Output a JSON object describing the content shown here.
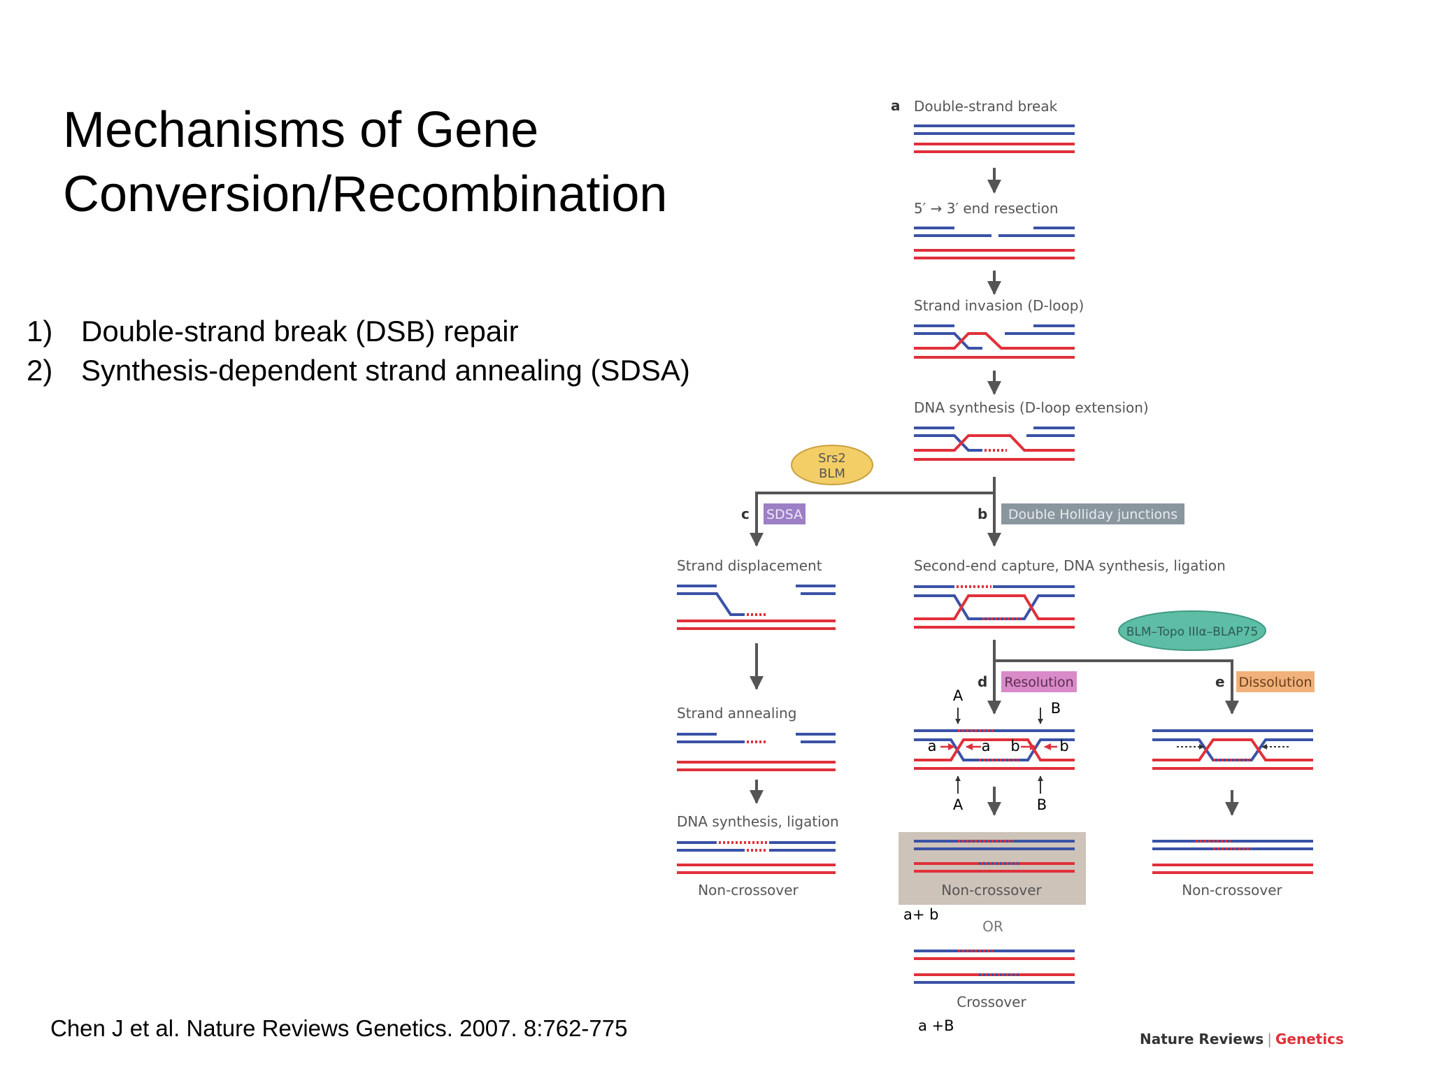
{
  "slide": {
    "title_line1": "Mechanisms of Gene",
    "title_line2": "Conversion/Recombination",
    "points": [
      {
        "num": "1)",
        "text": "Double-strand break (DSB) repair"
      },
      {
        "num": "2)",
        "text": "Synthesis-dependent strand annealing (SDSA)"
      }
    ],
    "citation": "Chen J et al.  Nature Reviews Genetics.  2007.  8:762-775"
  },
  "figure": {
    "panel_letters": {
      "a": "a",
      "b": "b",
      "c": "c",
      "d": "d",
      "e": "e"
    },
    "steps": {
      "dsb": "Double-strand break",
      "resection": "5′ → 3′ end resection",
      "invasion": "Strand invasion (D-loop)",
      "synthesis": "DNA synthesis (D-loop extension)",
      "second_end": "Second-end capture, DNA synthesis, ligation",
      "displacement": "Strand displacement",
      "annealing": "Strand annealing",
      "sdsa_synthesis": "DNA synthesis, ligation"
    },
    "boxes": {
      "sdsa": "SDSA",
      "dhj": "Double Holliday junctions",
      "resolution": "Resolution",
      "dissolution": "Dissolution"
    },
    "proteins": {
      "srs2_line1": "Srs2",
      "srs2_line2": "BLM",
      "btb": "BLM–Topo IIIα–BLAP75"
    },
    "outcomes": {
      "sdsa_nco": "Non-crossover",
      "res_nco": "Non-crossover",
      "diss_nco": "Non-crossover",
      "or": "OR",
      "co": "Crossover"
    },
    "annotations": {
      "A_top": "A",
      "B_top": "B",
      "a_left": "a",
      "a_mid": "a",
      "b_mid": "b",
      "b_right": "b",
      "A_bottom": "A",
      "B_bottom": "B",
      "nco_genotype": "a+ b",
      "co_genotype": "a +B"
    },
    "journal_brand": "Nature Reviews",
    "journal_sep": "|",
    "journal_name": "Genetics",
    "colors": {
      "red": "#e0303a",
      "blue": "#3a52a6",
      "arrow": "#555555"
    }
  }
}
